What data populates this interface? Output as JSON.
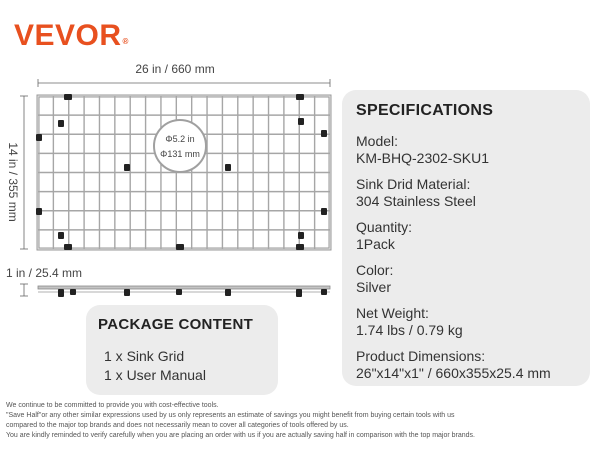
{
  "brand": {
    "logo_text": "VEVOR",
    "registered_mark": "®",
    "color": "#e8501f"
  },
  "dimensions": {
    "width_label": "26 in / 660 mm",
    "height_label": "14 in / 355 mm",
    "thickness_label": "1 in / 25.4 mm",
    "hole_inch": "Φ5.2 in",
    "hole_mm": "Φ131 mm"
  },
  "specifications": {
    "title": "SPECIFICATIONS",
    "items": [
      {
        "label": "Model:",
        "value": "KM-BHQ-2302-SKU1"
      },
      {
        "label": "Sink Drid Material:",
        "value": "304 Stainless Steel"
      },
      {
        "label": "Quantity:",
        "value": "1Pack"
      },
      {
        "label": "Color:",
        "value": "Silver"
      },
      {
        "label": "Net Weight:",
        "value": "1.74 lbs / 0.79 kg"
      },
      {
        "label": "Product Dimensions:",
        "value": "26\"x14\"x1\" / 660x355x25.4 mm"
      }
    ]
  },
  "package": {
    "title": "PACKAGE CONTENT",
    "items": [
      "1 x Sink Grid",
      "1 x User Manual"
    ]
  },
  "disclaimer": [
    "We continue to be committed to provide you with cost-effective tools.",
    "\"Save Half\"or any other similar expressions used by us only represents an estimate of savings you might benefit from buying certain tools with us",
    "compared to the major top brands and does not necessarily mean to cover all categories of tools offered by us.",
    "You are kindly reminded to verify carefully when you are placing an order with us if you are actually saving half in comparison with the top major brands."
  ]
}
